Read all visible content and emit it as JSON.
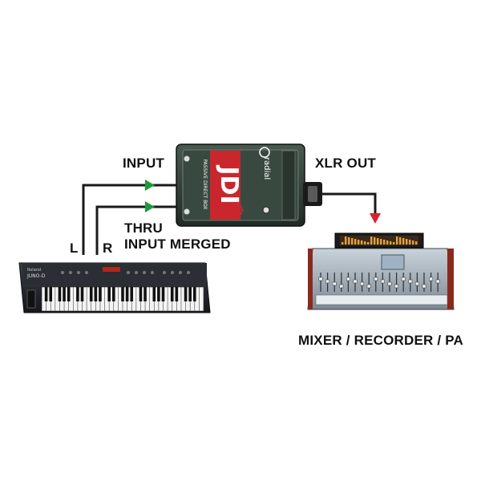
{
  "labels": {
    "input": "INPUT",
    "xlr_out": "XLR OUT",
    "thru_line1": "THRU",
    "thru_line2": "INPUT MERGED",
    "left": "L",
    "right": "R",
    "mixer": "MIXER / RECORDER / PA"
  },
  "device_text": {
    "brand": "radial",
    "model": "PASSIVE DIRECT BOX",
    "product": "JDI",
    "keyboard_brand": "Roland",
    "keyboard_model": "JUNO-D"
  },
  "colors": {
    "cable": "#1a1a1a",
    "arrow_input": "#1f9a3a",
    "arrow_output": "#d8232a",
    "box_body": "#2f3a33",
    "box_panel": "#c9272d"
  }
}
